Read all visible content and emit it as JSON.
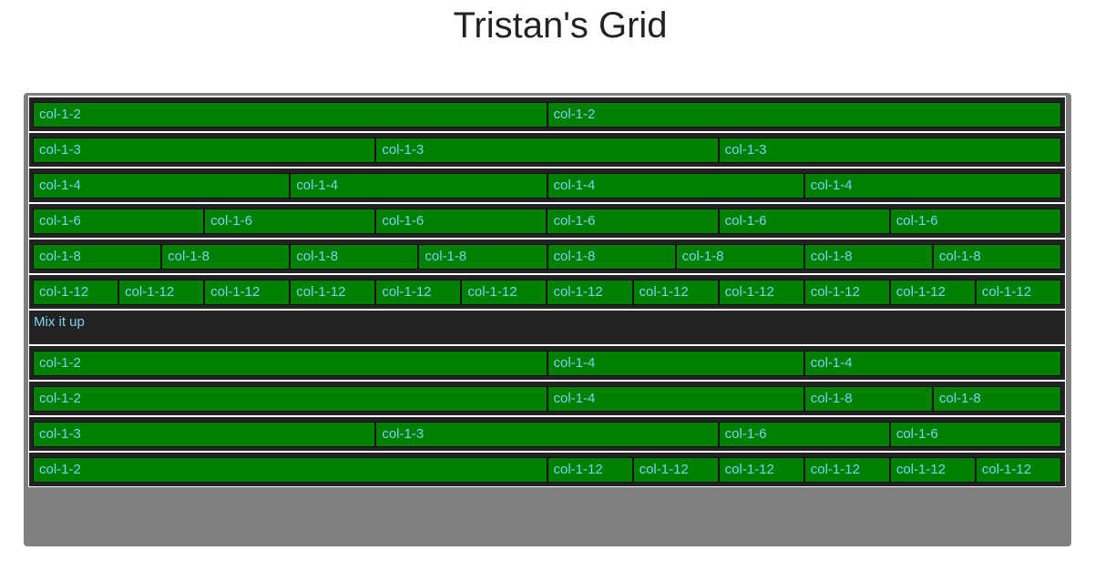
{
  "page": {
    "title": "Tristan's Grid"
  },
  "rows": [
    {
      "cells": [
        "col-1-2",
        "col-1-2"
      ]
    },
    {
      "cells": [
        "col-1-3",
        "col-1-3",
        "col-1-3"
      ]
    },
    {
      "cells": [
        "col-1-4",
        "col-1-4",
        "col-1-4",
        "col-1-4"
      ]
    },
    {
      "cells": [
        "col-1-6",
        "col-1-6",
        "col-1-6",
        "col-1-6",
        "col-1-6",
        "col-1-6"
      ]
    },
    {
      "cells": [
        "col-1-8",
        "col-1-8",
        "col-1-8",
        "col-1-8",
        "col-1-8",
        "col-1-8",
        "col-1-8",
        "col-1-8"
      ]
    },
    {
      "cells": [
        "col-1-12",
        "col-1-12",
        "col-1-12",
        "col-1-12",
        "col-1-12",
        "col-1-12",
        "col-1-12",
        "col-1-12",
        "col-1-12",
        "col-1-12",
        "col-1-12",
        "col-1-12"
      ]
    }
  ],
  "mix": {
    "label": "Mix it up",
    "rows": [
      {
        "cells": [
          "col-1-2",
          "col-1-4",
          "col-1-4"
        ]
      },
      {
        "cells": [
          "col-1-2",
          "col-1-4",
          "col-1-8",
          "col-1-8"
        ]
      },
      {
        "cells": [
          "col-1-3",
          "col-1-3",
          "col-1-6",
          "col-1-6"
        ]
      },
      {
        "cells": [
          "col-1-2",
          "col-1-12",
          "col-1-12",
          "col-1-12",
          "col-1-12",
          "col-1-12",
          "col-1-12"
        ]
      }
    ]
  },
  "colors": {
    "cell_bg": "#008000",
    "cell_text": "#7fd1f2",
    "row_bg": "#222222",
    "container_bg": "#808080"
  }
}
